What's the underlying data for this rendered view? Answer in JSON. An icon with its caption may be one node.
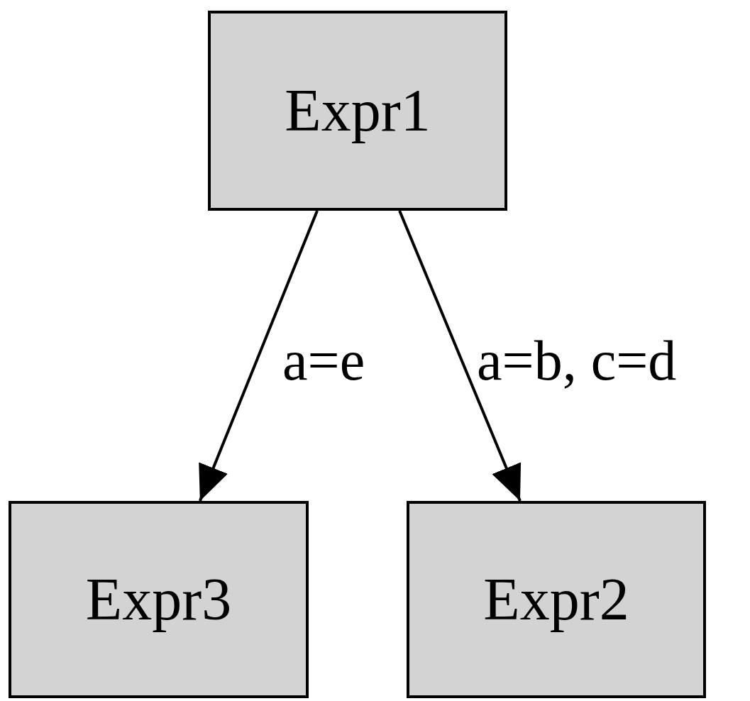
{
  "diagram": {
    "nodes": [
      {
        "text": [
          "Expr1"
        ]
      },
      {
        "text": [
          "Expr3"
        ]
      },
      {
        "text": [
          "Expr2"
        ]
      }
    ],
    "edges": [
      {
        "from": 0,
        "to": 1,
        "arrow": "to",
        "label": "a=e"
      },
      {
        "from": 0,
        "to": 2,
        "arrow": "to",
        "label": "a=b, c=d"
      }
    ]
  }
}
